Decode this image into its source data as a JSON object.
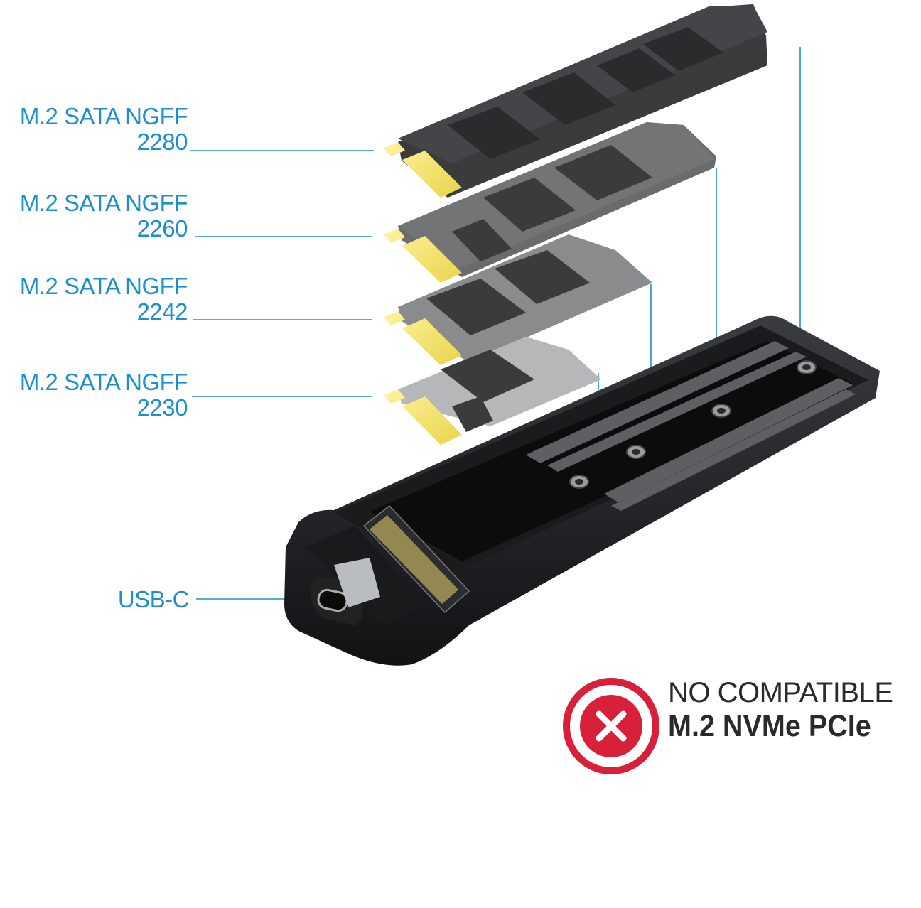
{
  "colors": {
    "accent": "#1b8fd0",
    "warning_red": "#d8203a",
    "text_dark": "#2a2a2a"
  },
  "labels": [
    {
      "line1": "M.2 SATA NGFF",
      "line2": "2280"
    },
    {
      "line1": "M.2 SATA NGFF",
      "line2": "2260"
    },
    {
      "line1": "M.2 SATA NGFF",
      "line2": "2242"
    },
    {
      "line1": "M.2 SATA NGFF",
      "line2": "2230"
    }
  ],
  "port_label": "USB-C",
  "warning": {
    "line1": "NO COMPATIBLE",
    "line2": "M.2 NVMe PCIe",
    "icon": "x-circle-icon"
  }
}
